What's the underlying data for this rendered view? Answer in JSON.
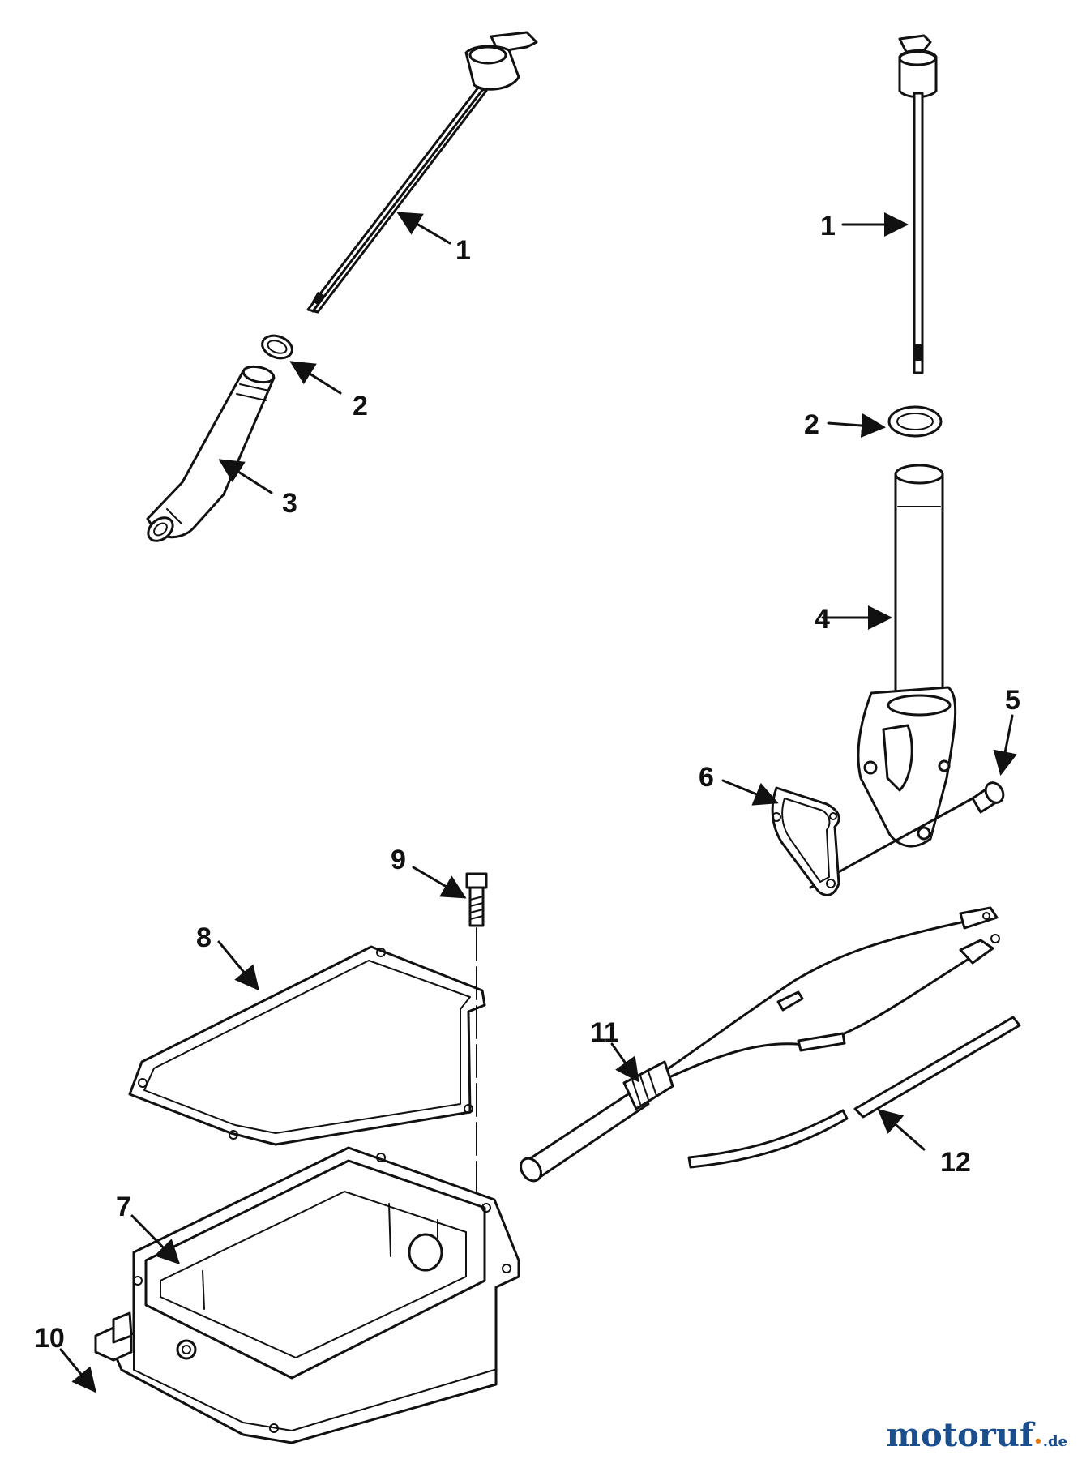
{
  "callouts": {
    "c1_left": "1",
    "c2_left": "2",
    "c3": "3",
    "c1_right": "1",
    "c2_right": "2",
    "c4": "4",
    "c5": "5",
    "c6": "6",
    "c7": "7",
    "c8": "8",
    "c9": "9",
    "c10": "10",
    "c11": "11",
    "c12": "12"
  },
  "watermark": {
    "main": "motoruf",
    "dot": "•",
    "suffix": ".de"
  }
}
